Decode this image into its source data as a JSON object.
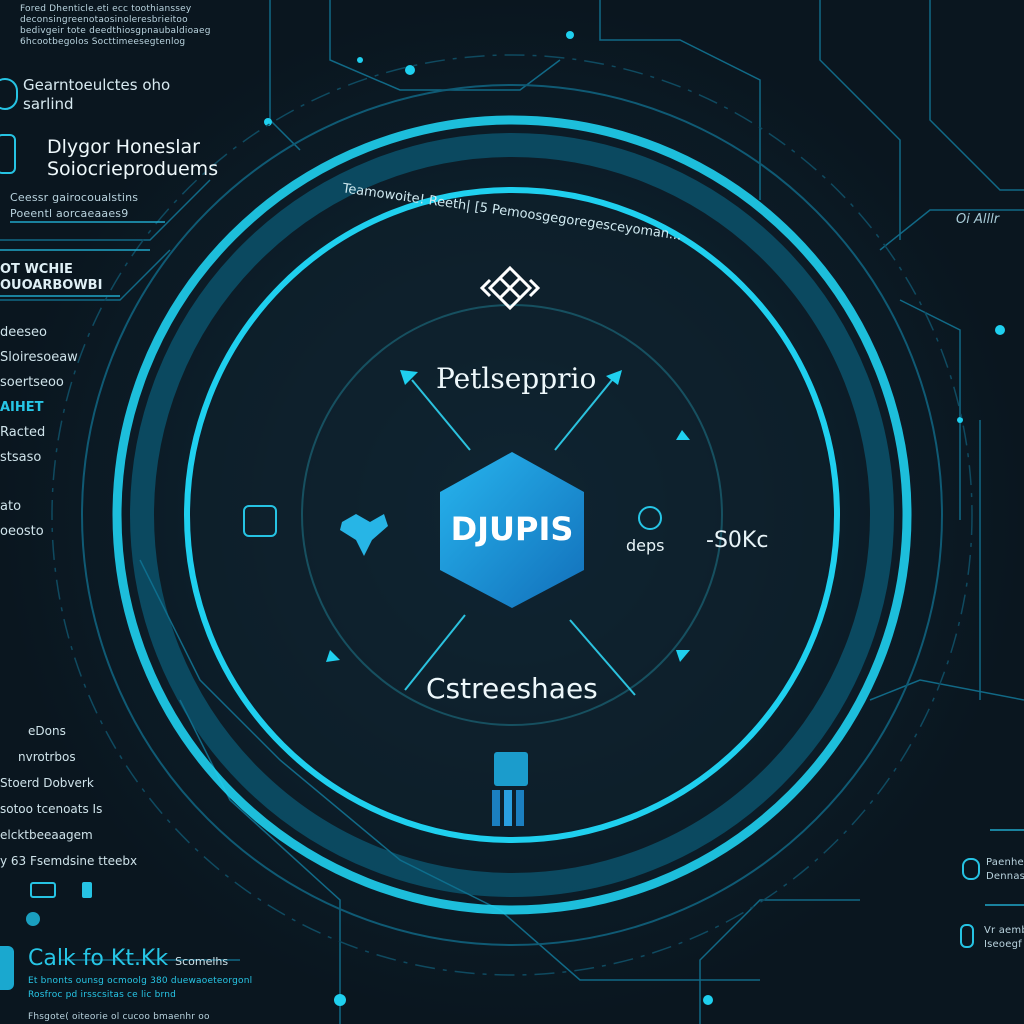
{
  "colors": {
    "background": "#0a161f",
    "accent": "#1fd0ef",
    "accent_dark": "#0b6f90",
    "hexagon": "#1b8fd6"
  },
  "center": {
    "hex_label": "DJUPIS",
    "top_label": "Petlsepprio",
    "bottom_label": "Cstreeshaes",
    "right_label": "deps",
    "far_right_label": "-S0Kc",
    "arc_text": "Teamowoite! Reeth| [5 Pemoosgegoregesceyoman...",
    "top_icon": "diamond-node-icon",
    "left_icon": "lock-icon",
    "bottom_icon": "chart-bar-icon"
  },
  "left_panel": {
    "header_lines": [
      "Fored Dhenticle.eti ecc toothianssey",
      "deconsingreenotaosinoleresbrieitoo",
      "bedivgeir tote deedthiosgpnaubaldioaeg",
      "6hcootbegolos Socttimeesegtenlog"
    ],
    "item1": [
      "Gearntoeulctes oho",
      "sarlind"
    ],
    "item2": [
      "Dlygor Honeslar",
      "Soiocrieproduems"
    ],
    "item3": [
      "Ceessr gairocoualstins",
      "Poeentl aorcaeaaes9"
    ],
    "banner": [
      "OT WCHIE",
      "OUOARBOWBI"
    ],
    "list": [
      "deeseo",
      "Sloiresoeaw",
      "soertseoo",
      "AIHET",
      "Racted",
      "stsaso",
      "ato",
      "oeosto"
    ],
    "lower_list": [
      "eDons",
      "nvrotrbos",
      "Stoerd Dobverk",
      "sotoo tcenoats Is",
      "elcktbeeaagem",
      "y 63  Fsemdsine tteebx"
    ],
    "cta_title": "Calk fo Kt.Kk",
    "cta_sub": "Scomelhs",
    "cta_lines": [
      "Et bnonts ounsg ocmoolg 380 duewaoeteorgonl",
      "Rosfroc pd irsscsitas ce lic brnd"
    ],
    "footer": "Fhsgote( oiteorie  ol cucoo bmaenhr oo"
  },
  "right_panel": {
    "label_top": "Oi Alllr",
    "item1": [
      "Paenhe",
      "Dennascsu"
    ],
    "item2": [
      "Vr aembla",
      "Iseoegf uloss"
    ]
  }
}
